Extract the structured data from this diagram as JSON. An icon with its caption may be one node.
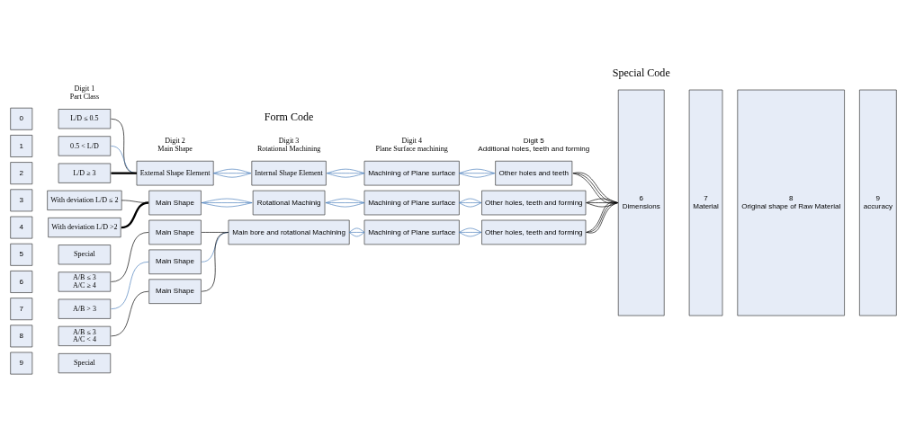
{
  "diagram": {
    "nodes": [
      {
        "text": [
          "0"
        ]
      },
      {
        "text": [
          "L/D ≤ 0.5"
        ]
      },
      {
        "text": [
          "1"
        ]
      },
      {
        "text": [
          "0.5 < L/D"
        ]
      },
      {
        "text": [
          "2"
        ]
      },
      {
        "text": [
          "L/D ≥ 3"
        ]
      },
      {
        "text": [
          "3"
        ]
      },
      {
        "text": [
          "With deviation L/D ≤ 2"
        ]
      },
      {
        "text": [
          "4"
        ]
      },
      {
        "text": [
          "With deviation L/D >2"
        ]
      },
      {
        "text": [
          "5"
        ]
      },
      {
        "text": [
          "Special"
        ]
      },
      {
        "text": [
          "6"
        ]
      },
      {
        "text": [
          "A/B ≤ 3",
          "A/C ≥ 4"
        ]
      },
      {
        "text": [
          "7"
        ]
      },
      {
        "text": [
          "A/B > 3"
        ]
      },
      {
        "text": [
          "8"
        ]
      },
      {
        "text": [
          "A/B ≤ 3",
          "A/C < 4"
        ]
      },
      {
        "text": [
          "9"
        ]
      },
      {
        "text": [
          "Special"
        ]
      },
      {
        "text": [
          "External Shape Element"
        ]
      },
      {
        "text": [
          "Internal Shape Element"
        ]
      },
      {
        "text": [
          "Machining of Plane surface"
        ]
      },
      {
        "text": [
          "Other holes and teeth"
        ]
      },
      {
        "text": [
          "Main Shape"
        ]
      },
      {
        "text": [
          "Rotational Machinig"
        ]
      },
      {
        "text": [
          "Machining of Plane surface"
        ]
      },
      {
        "text": [
          "Other holes, teeth and forming"
        ]
      },
      {
        "text": [
          "Main Shape"
        ]
      },
      {
        "text": [
          "Main Shape"
        ]
      },
      {
        "text": [
          "Main bore and rotational Machining"
        ]
      },
      {
        "text": [
          "Machining of Plane surface"
        ]
      },
      {
        "text": [
          "Other holes, teeth and forming"
        ]
      },
      {
        "text": [
          "Main Shape"
        ]
      },
      {
        "text": [
          "6",
          "Dimensions"
        ]
      },
      {
        "text": [
          "7",
          "Material"
        ]
      },
      {
        "text": [
          "8",
          "Original shape of Raw Material"
        ]
      },
      {
        "text": [
          "9",
          "accuracy"
        ]
      }
    ],
    "edges": [
      {
        "from": 1,
        "to": 20,
        "arrow": "none",
        "color": "#000000"
      },
      {
        "from": 3,
        "to": 20,
        "arrow": "none"
      },
      {
        "from": 5,
        "to": 20,
        "arrow": "none",
        "style": "thick",
        "color": "#000000"
      },
      {
        "from": 7,
        "to": 24,
        "arrow": "none",
        "color": "#000000"
      },
      {
        "from": 9,
        "to": 24,
        "arrow": "none",
        "style": "thick",
        "color": "#000000"
      },
      {
        "from": 13,
        "to": 28,
        "arrow": "none",
        "color": "#000000"
      },
      {
        "from": 15,
        "to": 29,
        "arrow": "none"
      },
      {
        "from": 17,
        "to": 33,
        "arrow": "none",
        "color": "#000000"
      },
      {
        "from": 20,
        "to": 21,
        "arrow": "none"
      },
      {
        "from": 20,
        "to": 21,
        "arrow": "none"
      },
      {
        "from": 20,
        "to": 21,
        "arrow": "none"
      },
      {
        "from": 21,
        "to": 22,
        "arrow": "none"
      },
      {
        "from": 21,
        "to": 22,
        "arrow": "none"
      },
      {
        "from": 21,
        "to": 22,
        "arrow": "none"
      },
      {
        "from": 22,
        "to": 23,
        "arrow": "none"
      },
      {
        "from": 22,
        "to": 23,
        "arrow": "none"
      },
      {
        "from": 22,
        "to": 23,
        "arrow": "none"
      },
      {
        "from": 23,
        "to": 34,
        "arrow": "none",
        "color": "#000000"
      },
      {
        "from": 23,
        "to": 34,
        "arrow": "none",
        "color": "#000000"
      },
      {
        "from": 23,
        "to": 34,
        "arrow": "none",
        "color": "#000000"
      },
      {
        "from": 24,
        "to": 25,
        "arrow": "none"
      },
      {
        "from": 24,
        "to": 25,
        "arrow": "none"
      },
      {
        "from": 24,
        "to": 25,
        "arrow": "none"
      },
      {
        "from": 25,
        "to": 26,
        "arrow": "none"
      },
      {
        "from": 25,
        "to": 26,
        "arrow": "none"
      },
      {
        "from": 25,
        "to": 26,
        "arrow": "none"
      },
      {
        "from": 26,
        "to": 27,
        "arrow": "none"
      },
      {
        "from": 26,
        "to": 27,
        "arrow": "none"
      },
      {
        "from": 26,
        "to": 27,
        "arrow": "none"
      },
      {
        "from": 27,
        "to": 34,
        "arrow": "none",
        "color": "#000000"
      },
      {
        "from": 27,
        "to": 34,
        "arrow": "none",
        "color": "#000000"
      },
      {
        "from": 27,
        "to": 34,
        "arrow": "none",
        "color": "#000000"
      },
      {
        "from": 28,
        "to": 30,
        "arrow": "none",
        "color": "#000000"
      },
      {
        "from": 29,
        "to": 30,
        "arrow": "none"
      },
      {
        "from": 33,
        "to": 30,
        "arrow": "none",
        "color": "#000000"
      },
      {
        "from": 30,
        "to": 31,
        "arrow": "none"
      },
      {
        "from": 30,
        "to": 31,
        "arrow": "none"
      },
      {
        "from": 30,
        "to": 31,
        "arrow": "none"
      },
      {
        "from": 31,
        "to": 32,
        "arrow": "none"
      },
      {
        "from": 31,
        "to": 32,
        "arrow": "none"
      },
      {
        "from": 31,
        "to": 32,
        "arrow": "none"
      },
      {
        "from": 32,
        "to": 34,
        "arrow": "none",
        "color": "#000000"
      },
      {
        "from": 32,
        "to": 34,
        "arrow": "none",
        "color": "#000000"
      },
      {
        "from": 32,
        "to": 34,
        "arrow": "none",
        "color": "#000000"
      }
    ],
    "labels": [
      "Form Code",
      "Special Code",
      "Digit 1 Part Class",
      "Digit 2 Main Shape",
      "Digit 3 Rotational Machining",
      "Digit 4 Plane Surface machining",
      "Digit 5 Additional holes, teeth and forming"
    ]
  }
}
